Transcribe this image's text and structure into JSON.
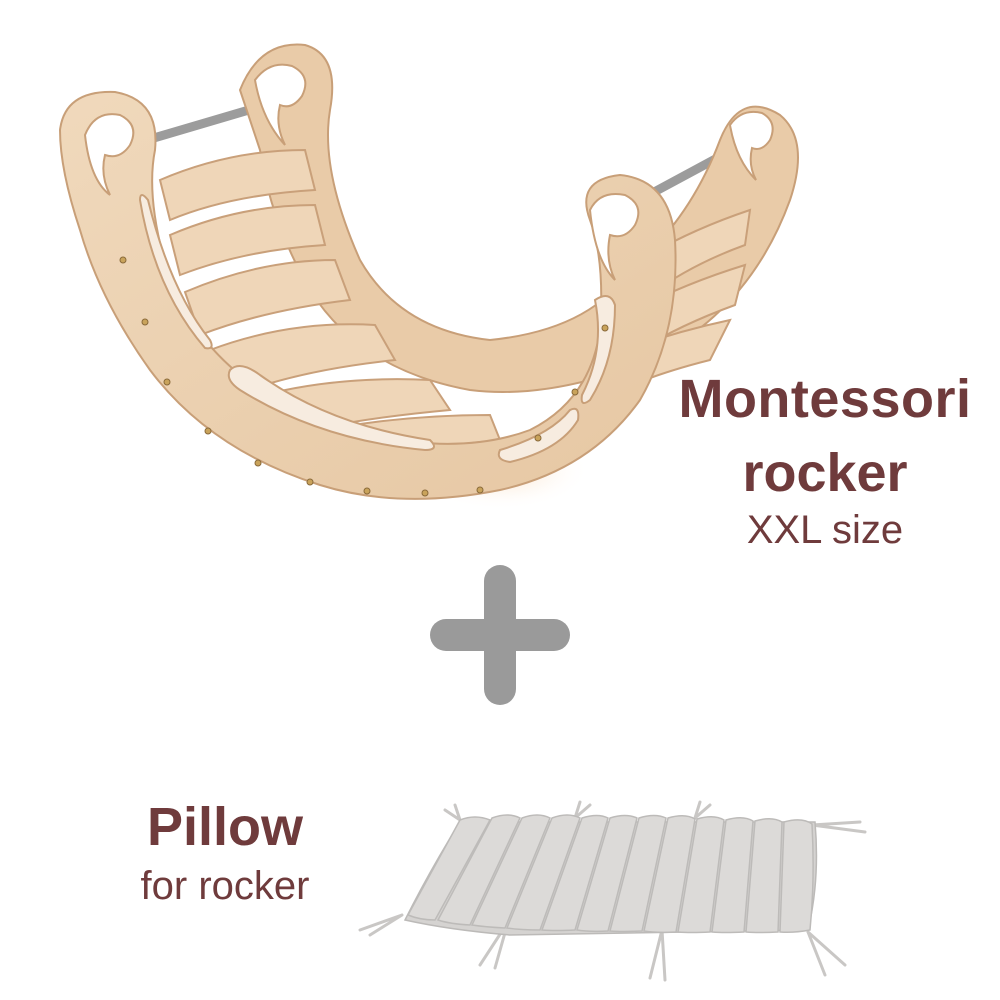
{
  "product_1": {
    "name_line_1": "Montessori",
    "name_line_2": "rocker",
    "size": "XXL size",
    "image": "wooden-arch-rocker",
    "wood_color": "#ecd2b2",
    "wood_shadow": "#d4b08c"
  },
  "combinator": {
    "icon": "plus-icon",
    "color": "#9a9a9a"
  },
  "product_2": {
    "name": "Pillow",
    "description": "for rocker",
    "image": "quilted-grey-pillow",
    "fabric_color": "#d5d3d1"
  },
  "text_color": "#6f3b3c"
}
